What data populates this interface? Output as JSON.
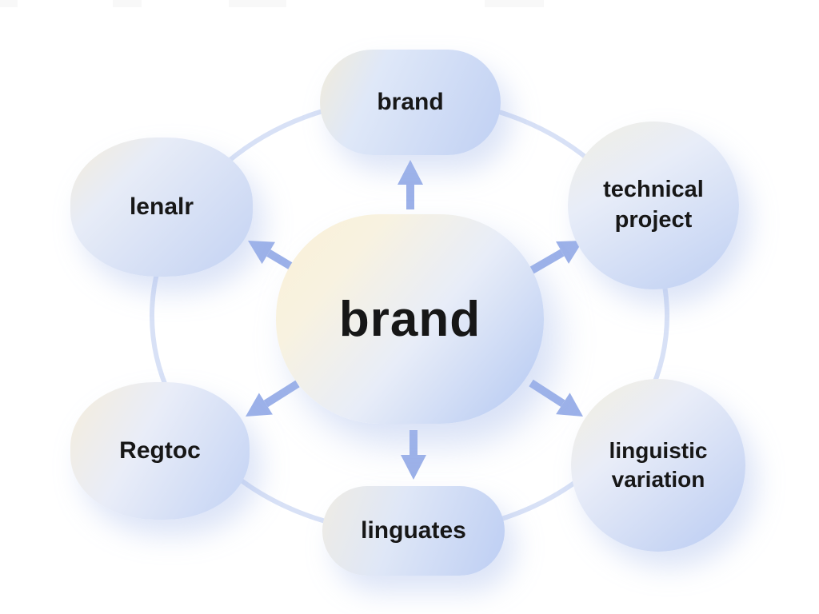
{
  "diagram": {
    "center": {
      "label": "brand"
    },
    "nodes": [
      {
        "id": "top",
        "label": "brand"
      },
      {
        "id": "left",
        "label": "lenalr"
      },
      {
        "id": "top-right",
        "label": "technical project"
      },
      {
        "id": "bottom-left",
        "label": "Regtoc"
      },
      {
        "id": "bottom",
        "label": "linguates"
      },
      {
        "id": "bottom-right",
        "label": "linguistic variation"
      }
    ],
    "colors": {
      "arrow": "#9cb1e9",
      "ring": "#d8e1f6",
      "text": "#171717",
      "node_blue": "#bccdf2",
      "node_cream": "#faf0d8",
      "background": "#ffffff"
    }
  }
}
